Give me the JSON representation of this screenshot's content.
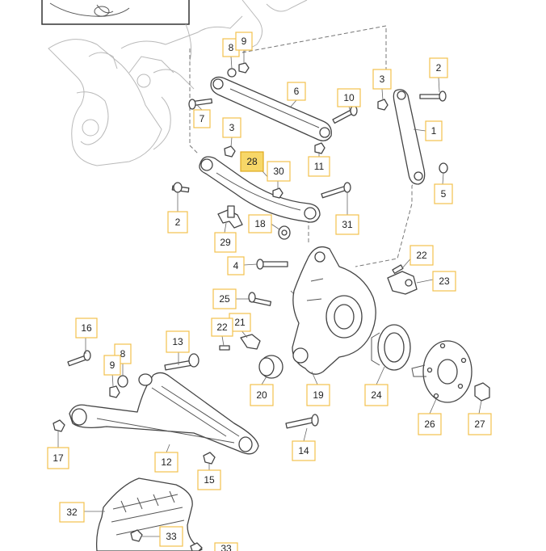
{
  "callouts": [
    {
      "id": "c8a",
      "label": "8"
    },
    {
      "id": "c9a",
      "label": "9"
    },
    {
      "id": "c6",
      "label": "6"
    },
    {
      "id": "c10",
      "label": "10"
    },
    {
      "id": "c3a",
      "label": "3"
    },
    {
      "id": "c2a",
      "label": "2"
    },
    {
      "id": "c7",
      "label": "7"
    },
    {
      "id": "c3b",
      "label": "3"
    },
    {
      "id": "c1",
      "label": "1"
    },
    {
      "id": "c11",
      "label": "11"
    },
    {
      "id": "c28",
      "label": "28",
      "highlighted": true
    },
    {
      "id": "c30",
      "label": "30"
    },
    {
      "id": "c5",
      "label": "5"
    },
    {
      "id": "c2b",
      "label": "2"
    },
    {
      "id": "c18",
      "label": "18"
    },
    {
      "id": "c31",
      "label": "31"
    },
    {
      "id": "c29",
      "label": "29"
    },
    {
      "id": "c4",
      "label": "4"
    },
    {
      "id": "c22a",
      "label": "22"
    },
    {
      "id": "c23",
      "label": "23"
    },
    {
      "id": "c25",
      "label": "25"
    },
    {
      "id": "c16",
      "label": "16"
    },
    {
      "id": "c13",
      "label": "13"
    },
    {
      "id": "c21",
      "label": "21"
    },
    {
      "id": "c22b",
      "label": "22"
    },
    {
      "id": "c8b",
      "label": "8"
    },
    {
      "id": "c9b",
      "label": "9"
    },
    {
      "id": "c20",
      "label": "20"
    },
    {
      "id": "c19",
      "label": "19"
    },
    {
      "id": "c24",
      "label": "24"
    },
    {
      "id": "c26",
      "label": "26"
    },
    {
      "id": "c27",
      "label": "27"
    },
    {
      "id": "c17",
      "label": "17"
    },
    {
      "id": "c12",
      "label": "12"
    },
    {
      "id": "c14",
      "label": "14"
    },
    {
      "id": "c15",
      "label": "15"
    },
    {
      "id": "c32",
      "label": "32"
    },
    {
      "id": "c33",
      "label": "33"
    },
    {
      "id": "c33b",
      "label": "33"
    }
  ],
  "colors": {
    "callout_border": "#f2c14e",
    "callout_highlight_fill": "#f7d768",
    "line_art": "#444444",
    "ghost_art": "#b9b9b9"
  }
}
